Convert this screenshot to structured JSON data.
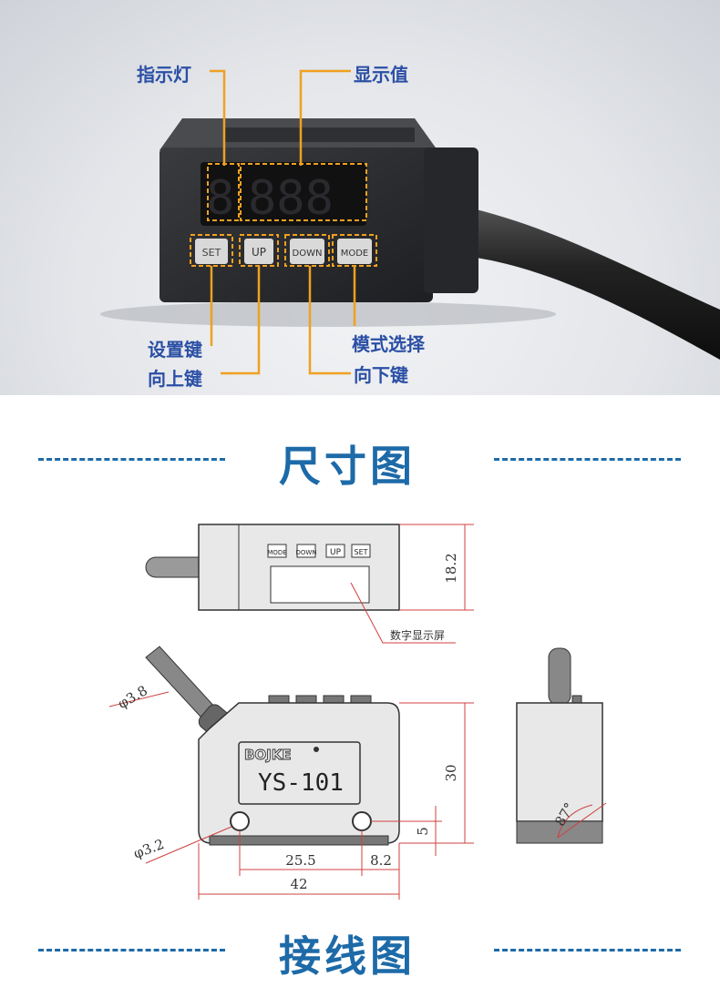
{
  "photo_callouts": {
    "indicator": "指示灯",
    "display_value": "显示值",
    "set_key": "设置键",
    "up_key": "向上键",
    "mode_select": "模式选择",
    "down_key": "向下键"
  },
  "device_buttons": [
    "SET",
    "UP",
    "DOWN",
    "MODE"
  ],
  "section_dimensions": "尺寸图",
  "section_wiring": "接线图",
  "drawing": {
    "top_buttons": [
      "MODE",
      "DOWN",
      "UP",
      "SET"
    ],
    "display_label": "数字显示屏",
    "dim_height_top": "18.2",
    "dim_cable_dia": "φ3.8",
    "dim_hole_dia": "φ3.2",
    "dim_height": "30",
    "dim_hole_offset": "5",
    "dim_hole_spacing": "25.5",
    "dim_hole_edge": "8.2",
    "dim_width": "42",
    "dim_angle": "87°",
    "brand": "BOJKE",
    "model": "YS-101"
  },
  "colors": {
    "callout": "#2b4fa5",
    "leader": "#f0a020",
    "title": "#1d6aa8",
    "dim_red": "#d04040"
  }
}
